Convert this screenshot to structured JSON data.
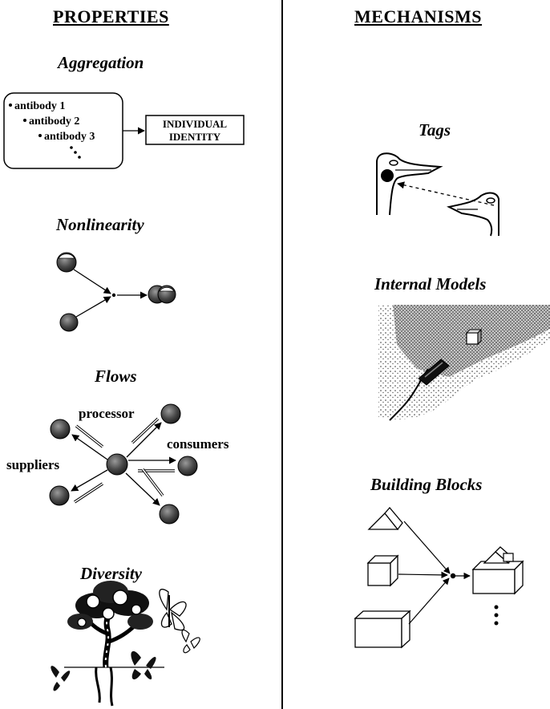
{
  "columns": {
    "left_header": "PROPERTIES",
    "right_header": "MECHANISMS"
  },
  "properties": {
    "aggregation": {
      "title": "Aggregation",
      "antibodies": [
        "antibody 1",
        "antibody 2",
        "antibody 3"
      ],
      "identity_line1": "INDIVIDUAL",
      "identity_line2": "IDENTITY"
    },
    "nonlinearity": {
      "title": "Nonlinearity"
    },
    "flows": {
      "title": "Flows",
      "processor": "processor",
      "consumers": "consumers",
      "suppliers": "suppliers"
    },
    "diversity": {
      "title": "Diversity"
    }
  },
  "mechanisms": {
    "tags": {
      "title": "Tags"
    },
    "internal_models": {
      "title": "Internal Models"
    },
    "building_blocks": {
      "title": "Building Blocks"
    }
  }
}
